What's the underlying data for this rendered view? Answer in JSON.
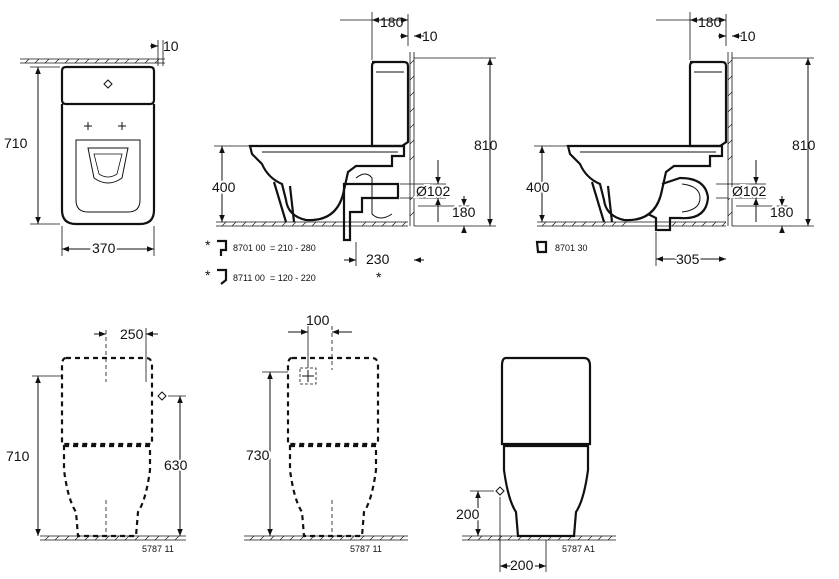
{
  "top_view": {
    "depth": "710",
    "width": "370",
    "offset": "10"
  },
  "side_view_a": {
    "tank_offset": "180",
    "wall_gap": "10",
    "height": "810",
    "seat_height": "400",
    "outlet_diameter": "Ø102",
    "outlet_height": "180",
    "outlet_distance": "230"
  },
  "side_view_b": {
    "tank_offset": "180",
    "wall_gap": "10",
    "height": "810",
    "seat_height": "400",
    "outlet_diameter": "Ø102",
    "outlet_height": "180",
    "outlet_distance": "305",
    "fitting_code": "8701 30"
  },
  "fittings": [
    {
      "marker": "*",
      "code": "8701 00",
      "range": "= 210 - 280"
    },
    {
      "marker": "*",
      "code": "8711 00",
      "range": "= 120 - 220"
    }
  ],
  "footnote_marker": "*",
  "front_view_1": {
    "offset": "250",
    "height": "710",
    "supply_height": "630",
    "model": "5787 11"
  },
  "front_view_2": {
    "offset": "100",
    "height": "730",
    "model": "5787 11"
  },
  "front_view_3": {
    "supply_height": "200",
    "supply_offset": "200",
    "model": "5787 A1"
  }
}
